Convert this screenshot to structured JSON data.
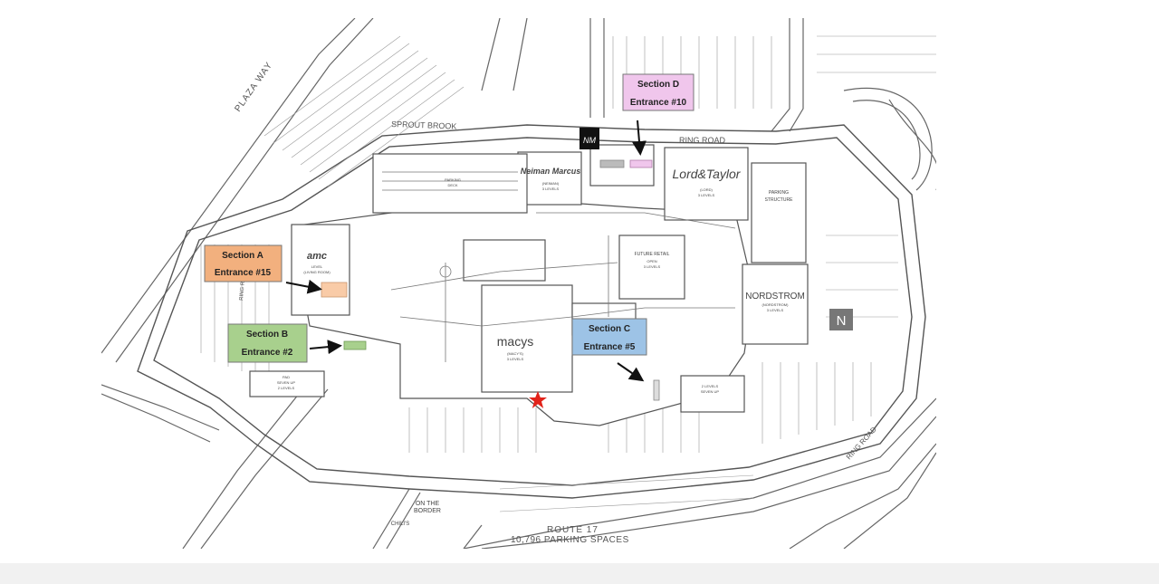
{
  "map": {
    "roads": {
      "plaza_way": "PLAZA WAY",
      "sprout_brook": "SPROUT BROOK",
      "ring_road_top": "RING ROAD",
      "ring_road_right": "RING ROAD",
      "ring_road_left": "RING ROAD",
      "route": "ROUTE 17",
      "parking_spaces": "10,796 PARKING SPACES"
    },
    "sections": [
      {
        "title": "Section A",
        "entrance": "Entrance #15",
        "color": "#f2b07e"
      },
      {
        "title": "Section B",
        "entrance": "Entrance #2",
        "color": "#a8d08d"
      },
      {
        "title": "Section C",
        "entrance": "Entrance #5",
        "color": "#9dc3e6"
      },
      {
        "title": "Section D",
        "entrance": "Entrance #10",
        "color": "#f0c6ec"
      }
    ],
    "stores": {
      "neiman_marcus": {
        "name": "Neiman Marcus",
        "detail1": "(NEIMAN)",
        "detail2": "3 LEVELS"
      },
      "lord_taylor": {
        "name": "Lord&Taylor",
        "detail1": "(LORD)",
        "detail2": "3 LEVELS"
      },
      "macys": {
        "name": "macys",
        "detail1": "(MACY'S)",
        "detail2": "3 LEVELS"
      },
      "nordstrom": {
        "name": "NORDSTROM",
        "detail1": "(NORDSTROM)",
        "detail2": "3 LEVELS"
      },
      "amc": {
        "name": "amc",
        "detail1": "LEVEL",
        "detail2": "(LIVING ROOM)"
      },
      "future_retail": {
        "name": "FUTURE RETAIL",
        "detail1": "OPEN",
        "detail2": "3 LEVELS"
      },
      "parking_structure": {
        "line1": "PARKING",
        "line2": "STRUCTURE"
      },
      "parking_deck": {
        "line1": "PARKING",
        "line2": "DECK"
      },
      "on_the_border": {
        "line1": "ON THE",
        "line2": "BORDER"
      },
      "chilis": {
        "name": "CHILI'S"
      },
      "levels_east": {
        "line1": "2 LEVELS",
        "line2": "SEVEN UP"
      },
      "pad_left": {
        "line1": "PAD",
        "line2": "SEVEN UP",
        "line3": "2 LEVELS"
      }
    },
    "badges": {
      "nordstrom_n": "N",
      "neiman_nm": "NM"
    },
    "colors": {
      "line": "#555555",
      "star": "#e2231a",
      "arrow": "#111111"
    }
  }
}
